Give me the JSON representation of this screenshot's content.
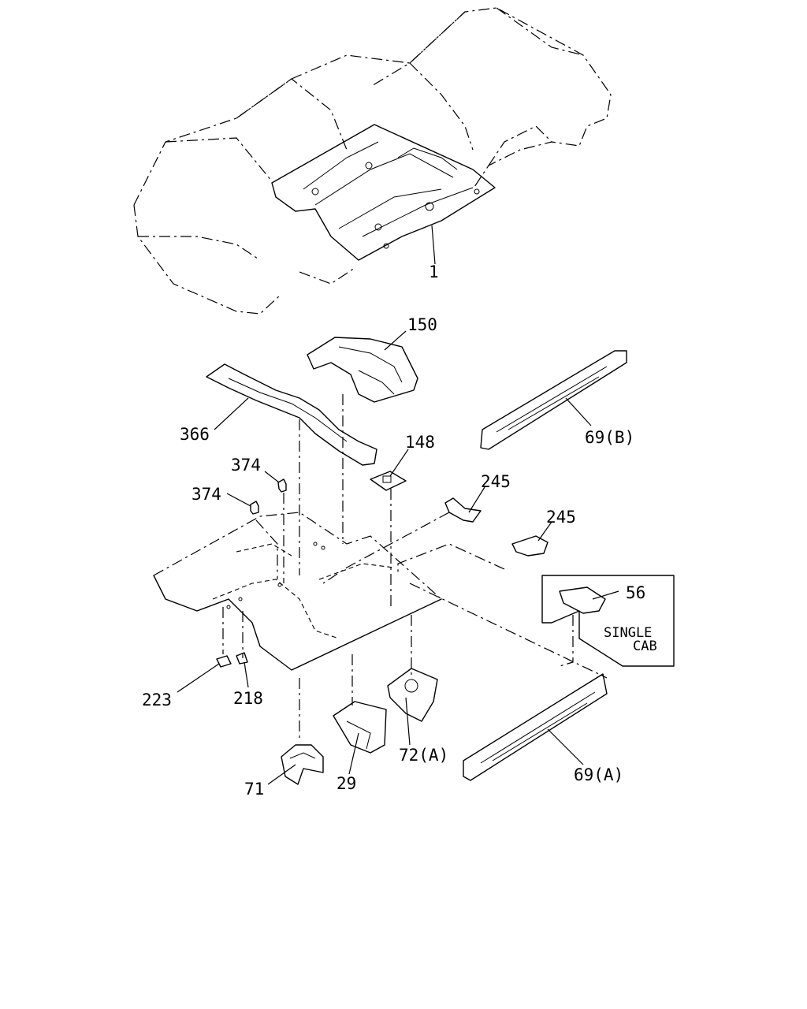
{
  "callouts": [
    {
      "id": "c1",
      "text": "1"
    },
    {
      "id": "c150",
      "text": "150"
    },
    {
      "id": "c366",
      "text": "366"
    },
    {
      "id": "c69b",
      "text": "69(B)"
    },
    {
      "id": "c374a",
      "text": "374"
    },
    {
      "id": "c374b",
      "text": "374"
    },
    {
      "id": "c148",
      "text": "148"
    },
    {
      "id": "c245a",
      "text": "245"
    },
    {
      "id": "c245b",
      "text": "245"
    },
    {
      "id": "c56",
      "text": "56"
    },
    {
      "id": "c223",
      "text": "223"
    },
    {
      "id": "c218",
      "text": "218"
    },
    {
      "id": "c72a",
      "text": "72(A)"
    },
    {
      "id": "c69a",
      "text": "69(A)"
    },
    {
      "id": "c71",
      "text": "71"
    },
    {
      "id": "c29",
      "text": "29"
    }
  ],
  "inset": {
    "line1": "SINGLE",
    "line2": "CAB"
  }
}
